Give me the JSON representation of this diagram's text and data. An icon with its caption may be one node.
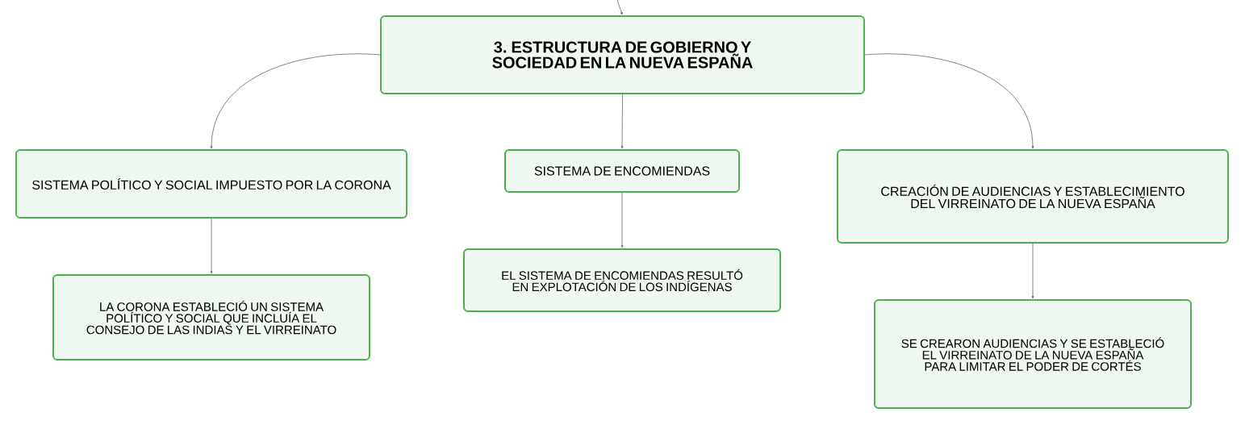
{
  "diagram": {
    "nodes": [
      {
        "text": [
          "3. ESTRUCTURA DE GOBIERNO Y SOCIEDAD EN LA NUEVA ESPAÑA"
        ]
      },
      {
        "text": [
          "SISTEMA POLÍTICO Y SOCIAL IMPUESTO POR LA CORONA"
        ]
      },
      {
        "text": [
          "SISTEMA DE ENCOMIENDAS"
        ]
      },
      {
        "text": [
          "CREACIÓN DE AUDIENCIAS Y ESTABLECIMIENTO DEL VIRREINATO DE LA NUEVA ESPAÑA"
        ]
      },
      {
        "text": [
          "LA CORONA ESTABLECIÓ UN SISTEMA POLÍTICO Y SOCIAL QUE INCLUÍA EL CONSEJO DE LAS INDIAS Y EL VIRREINATO"
        ]
      },
      {
        "text": [
          "EL SISTEMA DE ENCOMIENDAS RESULTÓ EN EXPLOTACIÓN DE LOS INDÍGENAS"
        ]
      },
      {
        "text": [
          "SE CREARON AUDIENCIAS Y SE ESTABLECIÓ EL VIRREINATO DE LA NUEVA ESPAÑA PARA LIMITAR EL PODER DE CORTÉS"
        ]
      }
    ],
    "edges": [
      {
        "from": null,
        "to": 0,
        "arrow": "to"
      },
      {
        "from": 0,
        "to": 1,
        "arrow": "to"
      },
      {
        "from": 0,
        "to": 2,
        "arrow": "to"
      },
      {
        "from": 0,
        "to": 3,
        "arrow": "to"
      },
      {
        "from": 1,
        "to": 4,
        "arrow": "to"
      },
      {
        "from": 2,
        "to": 5,
        "arrow": "to"
      },
      {
        "from": 3,
        "to": 6,
        "arrow": "to"
      }
    ]
  }
}
